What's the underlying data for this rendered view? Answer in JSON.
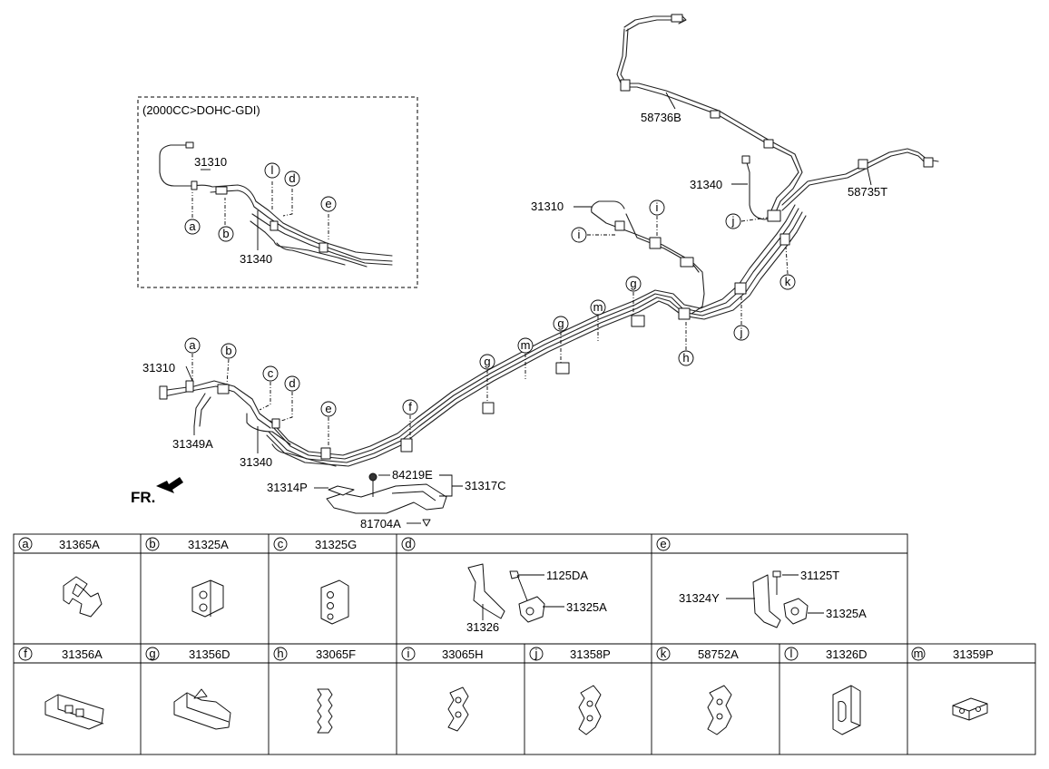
{
  "inset": {
    "title": "(2000CC>DOHC-GDI)"
  },
  "labels": {
    "p58736B": "58736B",
    "p58735T": "58735T",
    "p31340_main": "31340",
    "p31310_mid": "31310",
    "p31310_main": "31310",
    "p31349A": "31349A",
    "p31340_lower": "31340",
    "p84219E": "84219E",
    "p31314P": "31314P",
    "p31317C": "31317C",
    "p81704A": "81704A",
    "fr": "FR.",
    "inset31310": "31310",
    "inset31340": "31340"
  },
  "callouts": {
    "a": "a",
    "b": "b",
    "c": "c",
    "d": "d",
    "e": "e",
    "f": "f",
    "g": "g",
    "h": "h",
    "i": "i",
    "j": "j",
    "k": "k",
    "l": "l",
    "m": "m"
  },
  "table": {
    "row1": [
      {
        "letter": "a",
        "part": "31365A"
      },
      {
        "letter": "b",
        "part": "31325A"
      },
      {
        "letter": "c",
        "part": "31325G"
      },
      {
        "letter": "d",
        "part": ""
      },
      {
        "letter": "e",
        "part": ""
      }
    ],
    "row2": [
      {
        "letter": "f",
        "part": "31356A"
      },
      {
        "letter": "g",
        "part": "31356D"
      },
      {
        "letter": "h",
        "part": "33065F"
      },
      {
        "letter": "i",
        "part": "33065H"
      },
      {
        "letter": "j",
        "part": "31358P"
      },
      {
        "letter": "k",
        "part": "58752A"
      },
      {
        "letter": "l",
        "part": "31326D"
      },
      {
        "letter": "m",
        "part": "31359P"
      }
    ],
    "d_parts": {
      "bolt": "1125DA",
      "clip": "31325A",
      "bracket": "31326"
    },
    "e_parts": {
      "bolt": "31125T",
      "bracket": "31324Y",
      "clip": "31325A"
    }
  }
}
